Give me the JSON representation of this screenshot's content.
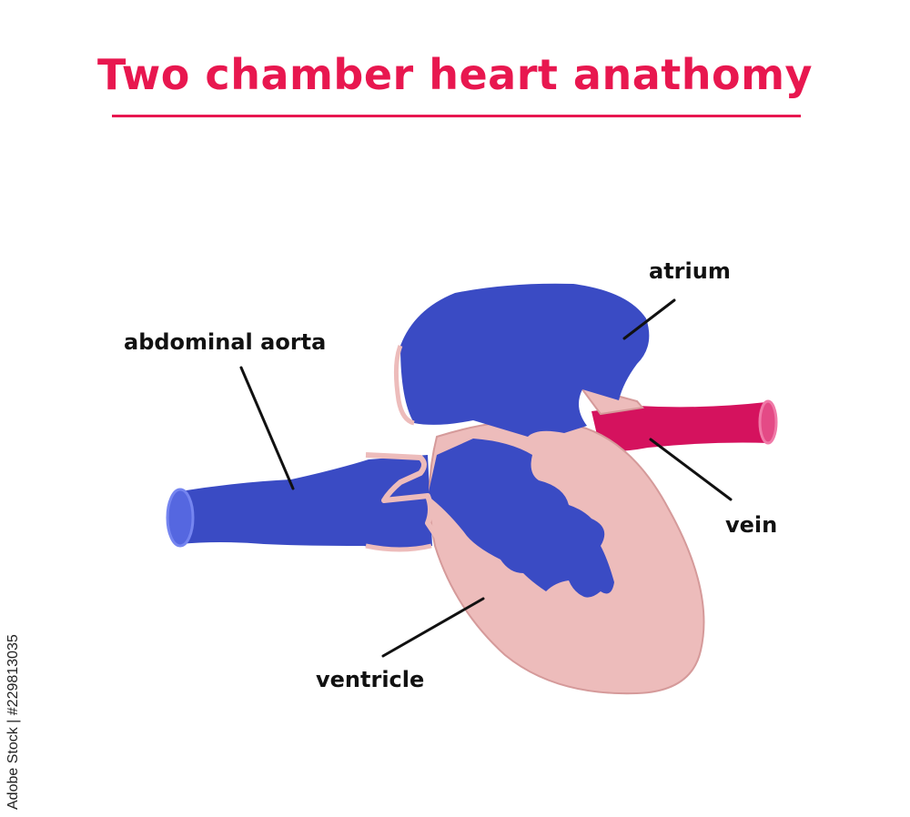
{
  "title": "Two chamber heart anathomy",
  "labels": {
    "aorta": "abdominal aorta",
    "atrium": "atrium",
    "vein": "vein",
    "ventricle": "ventricle"
  },
  "stock_id": "Adobe Stock | #229813035",
  "colors": {
    "title": "#e8174f",
    "blood_blue": "#3a4bc4",
    "vein_red": "#d5125e",
    "tissue_pink": "#edbcbb"
  }
}
